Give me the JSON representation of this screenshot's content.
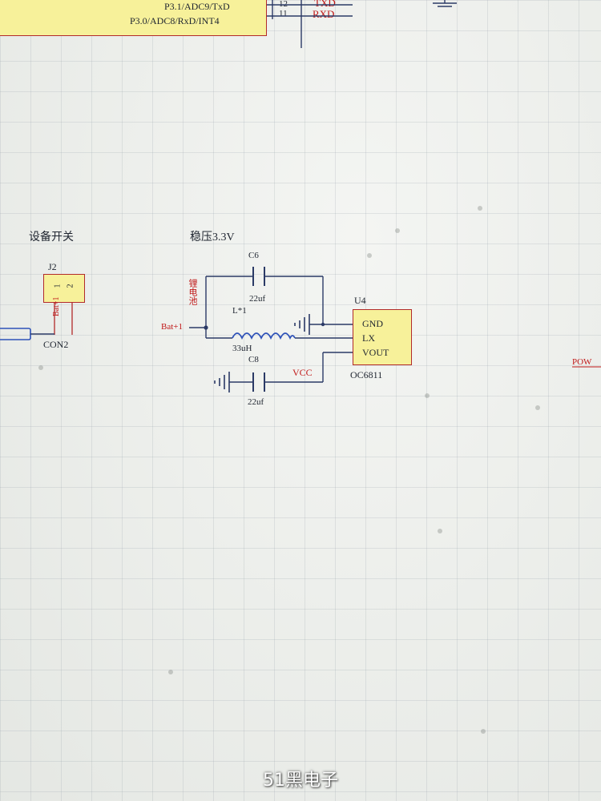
{
  "mcu": {
    "pin_p31": "P3.1/ADC9/TxD",
    "pin_p30": "P3.0/ADC8/RxD/INT4",
    "pin_num_12": "12",
    "pin_num_11": "11",
    "net_txd": "TXD",
    "net_rxd": "RXD"
  },
  "switch_section": {
    "title": "设备开关",
    "ref": "J2",
    "pin1": "1",
    "pin2": "2",
    "net_label": "Bat+1",
    "part": "CON2"
  },
  "regulator_section": {
    "title": "稳压3.3V",
    "cap_top_ref": "C6",
    "cap_top_value": "22uf",
    "side_label": "锂电池",
    "inductor_ref": "L*1",
    "inductor_value": "33uH",
    "net_in": "Bat+1",
    "cap_bottom_ref": "C8",
    "cap_bottom_value": "22uf",
    "net_out": "VCC"
  },
  "ic": {
    "ref": "U4",
    "pin_gnd": "GND",
    "pin_lx": "LX",
    "pin_vout": "VOUT",
    "part": "OC6811"
  },
  "offscreen_net": "POW",
  "watermark": "51黑电子",
  "colors": {
    "wire": "#2b3a66",
    "net_label": "#c01818",
    "component": "#b22a2a",
    "chip_fill": "#f7f19a",
    "connector_wire": "#2e52b8"
  }
}
